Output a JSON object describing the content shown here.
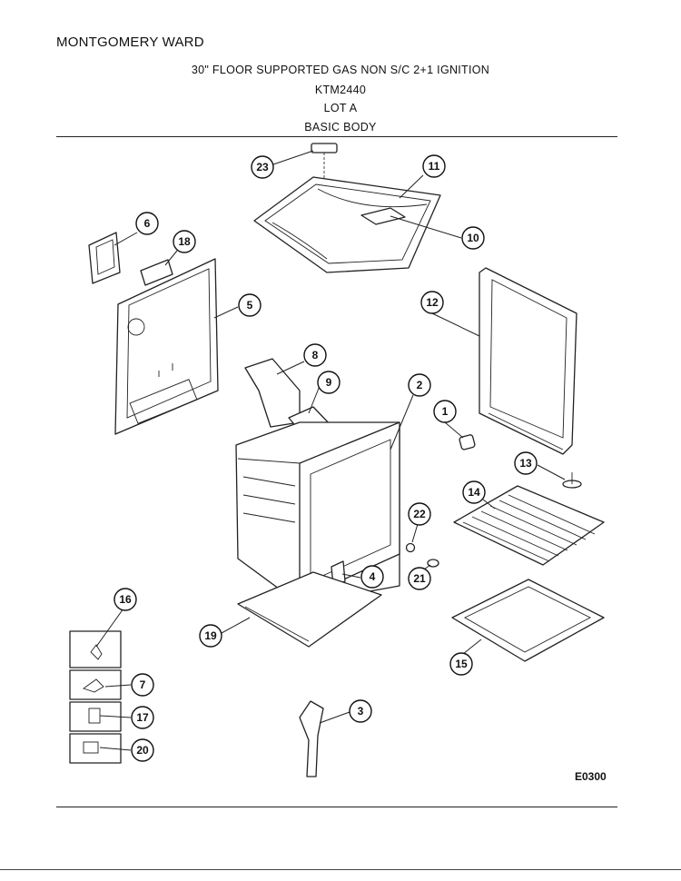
{
  "header": {
    "brand": "MONTGOMERY WARD",
    "title": "30\" FLOOR SUPPORTED GAS NON S/C 2+1 IGNITION",
    "model": "KTM2440",
    "lot": "LOT A",
    "section": "BASIC BODY"
  },
  "figure_code": "E0300",
  "callouts": [
    "1",
    "2",
    "3",
    "4",
    "5",
    "6",
    "7",
    "8",
    "9",
    "10",
    "11",
    "12",
    "13",
    "14",
    "15",
    "16",
    "17",
    "18",
    "19",
    "20",
    "21",
    "22",
    "23"
  ]
}
